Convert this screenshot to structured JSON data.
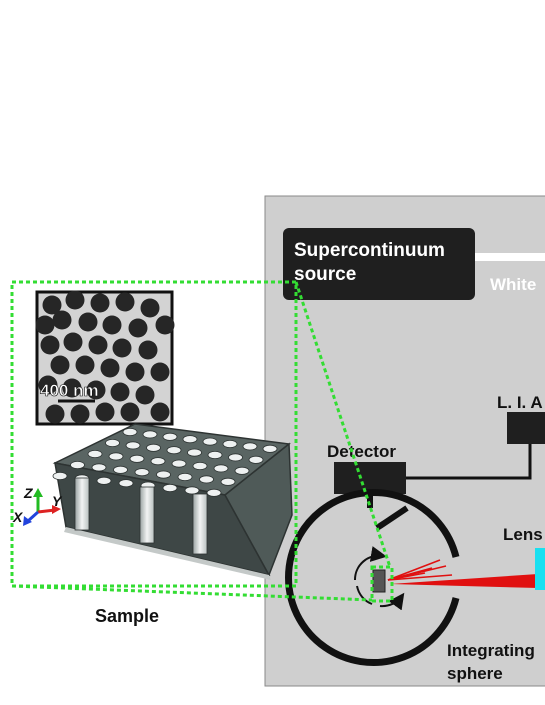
{
  "source": {
    "line1": "Supercontinuum",
    "line2": "source",
    "beam_label": "White"
  },
  "lia_label": "L. I. A",
  "detector_label": "Detector",
  "lens_label": "Lens",
  "sphere": {
    "line1": "Integrating",
    "line2": "sphere"
  },
  "sample_label": "Sample",
  "micrograph": {
    "scale_label": "400 nm"
  },
  "axes": {
    "x": "X",
    "y": "Y",
    "z": "Z"
  },
  "colors": {
    "panel_bg": "#cfcfcf",
    "box": "#1f1f1f",
    "zoom_outline": "#33dd33",
    "laser": "#e01010",
    "lens": "#19e0f0",
    "slab": "#4f5a58"
  }
}
